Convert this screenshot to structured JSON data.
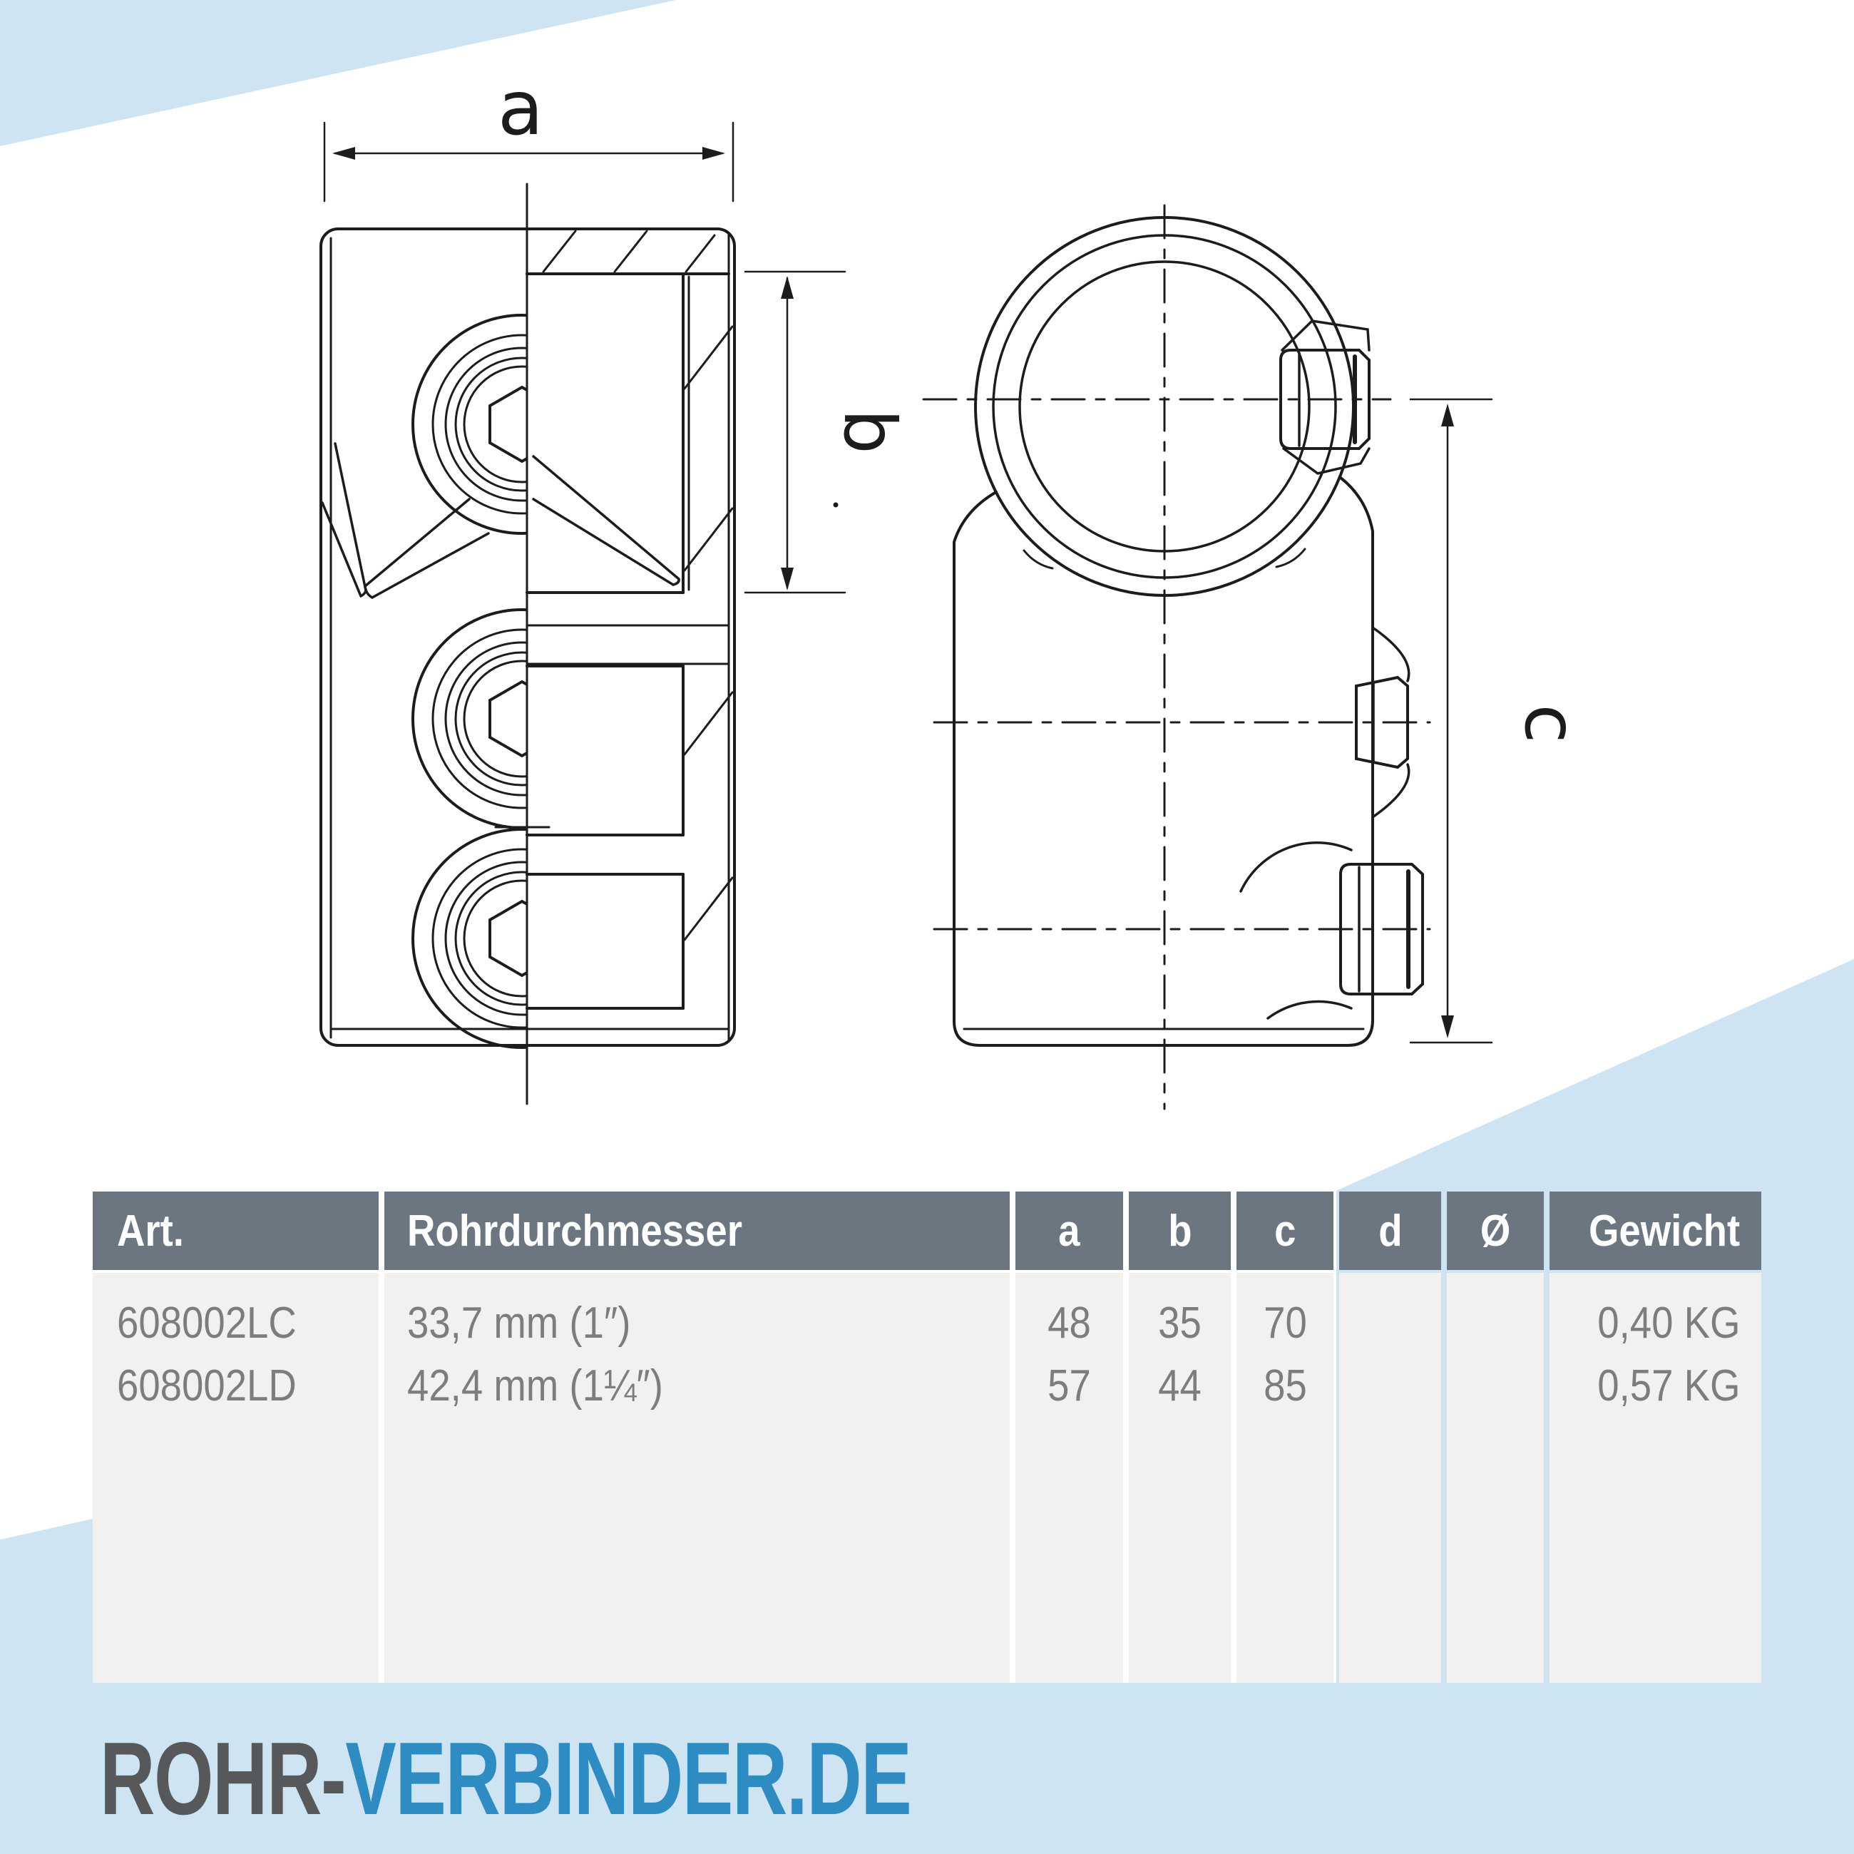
{
  "colors": {
    "accent_light_blue": "#cfe4f2",
    "table_header_bg": "#6b7681",
    "table_body_bg": "#f2f1ef",
    "table_text": "#7d7d7d",
    "drawing_line": "#1c1c1c",
    "logo_gray": "#57585a",
    "logo_blue": "#2e8cc3"
  },
  "drawing": {
    "dim_a_label": "a",
    "dim_b_label": "b",
    "dim_c_label": "c"
  },
  "table": {
    "headers": [
      "Art.",
      "Rohrdurchmesser",
      "a",
      "b",
      "c",
      "d",
      "Ø",
      "Gewicht"
    ],
    "rows": [
      {
        "cells": [
          "608002LC",
          "33,7 mm (1″)",
          "48",
          "35",
          "70",
          "",
          "",
          "0,40 KG"
        ]
      },
      {
        "cells": [
          "608002LD",
          "42,4 mm (1¼″)",
          "57",
          "44",
          "85",
          "",
          "",
          "0,57 KG"
        ]
      }
    ]
  },
  "footer": {
    "logo_part1": "ROHR-",
    "logo_part2": "VERBINDER.DE"
  }
}
